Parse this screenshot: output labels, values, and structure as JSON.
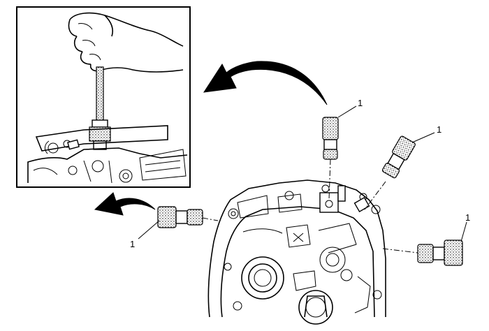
{
  "diagram": {
    "callouts": [
      "1",
      "1",
      "1",
      "1"
    ]
  },
  "icons": {
    "transfer_arrow_large": "curved-arrow-icon",
    "transfer_arrow_small": "curved-arrow-icon"
  },
  "colors": {
    "ink": "#000000",
    "paper": "#ffffff"
  }
}
